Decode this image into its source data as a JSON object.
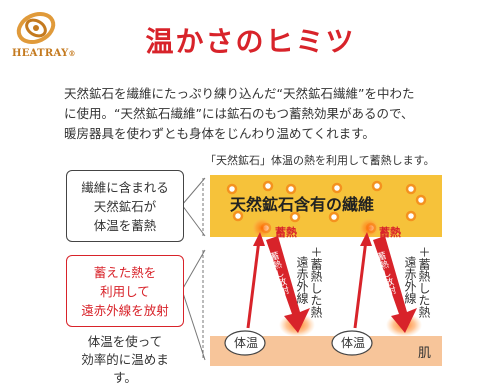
{
  "brand": {
    "logo_text": "HEATRAY",
    "registered": "®",
    "accent": "#c47a1f"
  },
  "title": "温かさのヒミツ",
  "description": [
    "天然鉱石を繊維にたっぷり練り込んだ“天然鉱石繊維”を中わた",
    "に使用。“天然鉱石繊維”には鉱石のもつ蓄熱効果があるので、",
    "暖房器具を使わずとも身体をじんわり温めてくれます。"
  ],
  "diagram": {
    "caption": "「天然鉱石」体温の熱を利用して蓄熱します。",
    "left_box_1": [
      "繊維に含まれる",
      "天然鉱石が",
      "体温を蓄熱"
    ],
    "left_box_2": [
      "蓄えた熱を",
      "利用して",
      "遠赤外線を放射"
    ],
    "bottom_note": [
      "体温を使って",
      "効率的に温めます。"
    ],
    "fiber_label": "天然鉱石含有の繊維",
    "heat_label": "蓄熱",
    "body_label": "体温",
    "skin_label": "肌",
    "emit_label": "蓄熱し放射",
    "side_label_1": "＋蓄熱した熱",
    "side_label_2": "遠赤外線",
    "colors": {
      "red": "#d8232a",
      "fiber": "#f6c23a",
      "skin": "#f7c59a"
    }
  }
}
